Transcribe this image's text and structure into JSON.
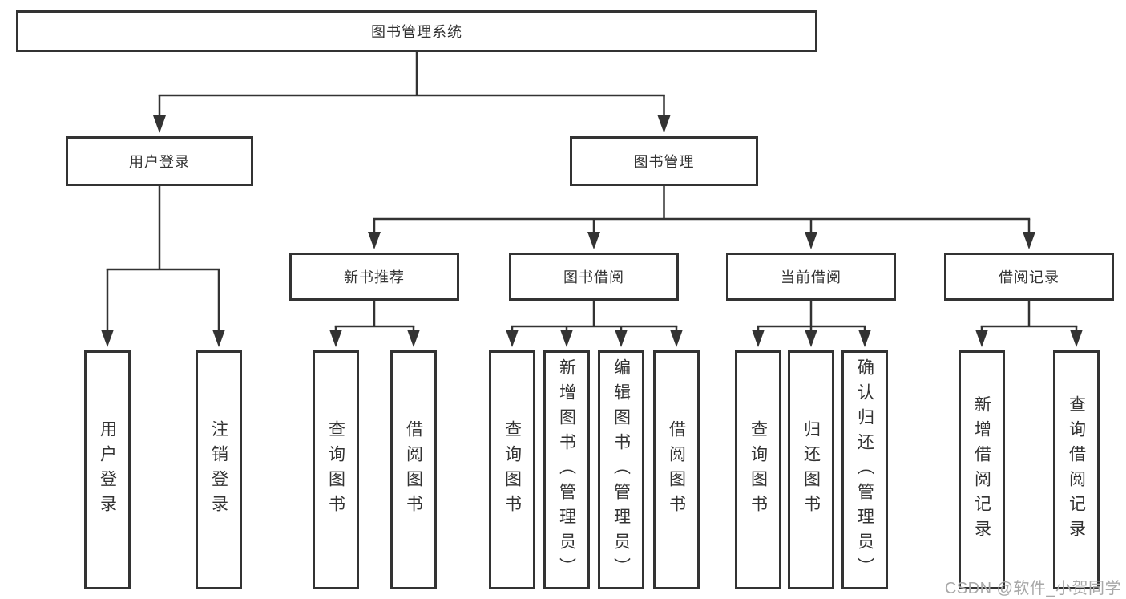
{
  "nodes": {
    "root": "图书管理系统",
    "user_login": "用户登录",
    "book_mgmt": "图书管理",
    "new_books": "新书推荐",
    "book_borrow": "图书借阅",
    "current_borrow": "当前借阅",
    "borrow_records": "借阅记录",
    "leaf_user_login": "用户登录",
    "leaf_logout": "注销登录",
    "leaf_nb_query_books": "查询图书",
    "leaf_nb_borrow_books": "借阅图书",
    "leaf_bb_query_books": "查询图书",
    "leaf_bb_add_books": "新增图书（管理员）",
    "leaf_bb_edit_books": "编辑图书（管理员）",
    "leaf_bb_borrow_books": "借阅图书",
    "leaf_cb_query_books": "查询图书",
    "leaf_cb_return_books": "归还图书",
    "leaf_cb_confirm_return": "确认归还（管理员）",
    "leaf_br_add_record": "新增借阅记录",
    "leaf_br_query_record": "查询借阅记录"
  },
  "watermark": "CSDN @软件_小贺同学",
  "colors": {
    "line": "#333333",
    "text": "#333333",
    "background": "#ffffff",
    "watermark": "#a8a8a8"
  }
}
